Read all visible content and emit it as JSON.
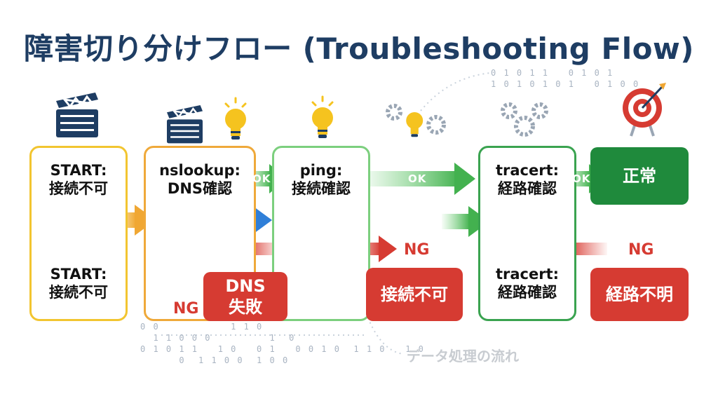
{
  "title": "障害切り分けフロー (Troubleshooting Flow)",
  "colors": {
    "navy": "#1e3d63",
    "yellow": "#f2c530",
    "orange": "#efa93a",
    "light_green": "#7ccf7e",
    "green": "#3aa350",
    "dark_green": "#1f8a3c",
    "red": "#d63b32",
    "blue_arrow": "#3b8ee0"
  },
  "steps": [
    {
      "line1": "START:",
      "line2": "接続不可",
      "lower1": "START:",
      "lower2": "接続不可",
      "icon": "monitor-icon"
    },
    {
      "line1": "nslookup:",
      "line2": "DNS確認",
      "icon": "server-icon"
    },
    {
      "line1": "ping:",
      "line2": "接続確認",
      "icon": "server-icon"
    },
    {
      "line1": "tracert:",
      "line2": "経路確認",
      "lower1": "tracert:",
      "lower2": "経路確認",
      "icon": "server-icon"
    }
  ],
  "results": {
    "ok_final": "正常",
    "dns_fail_1": "DNS",
    "dns_fail_2": "失敗",
    "ping_fail": "接続不可",
    "route_fail": "経路不明"
  },
  "edge_labels": {
    "ok": "OK",
    "ng": "NG"
  },
  "binary": {
    "top": "0 1 0 1 1   0 1 0 1\n1 0 1 0 1 0 1   0 1 0 0",
    "bottom": "0 0           1 1 0\n  1 1 0 0 0         1  0\n0 1 0 1 1   1 0   0 1   0 0 1 0  1 1 0   1 0\n      0  1 1 0 0  1 0 0"
  },
  "caption": "データ処理の流れ",
  "icons": [
    "clapperboard-icon",
    "lightbulb-icon",
    "gears-icon",
    "target-icon"
  ]
}
